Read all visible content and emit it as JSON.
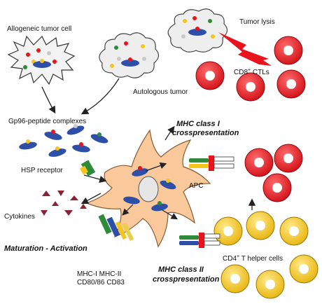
{
  "labels": {
    "allogeneic": "Allogeneic tumor cell",
    "autologous": "Autologous tumor",
    "tumor_lysis": "Tumor lysis",
    "ctl_main": "CD8",
    "ctl_sup": "+",
    "ctl_tail": " CTLs",
    "gp96": "Gp96-peptide complexes",
    "mhc1_line1": "MHC class I",
    "mhc1_line2": "crosspresentation",
    "hsp_receptor": "HSP receptor",
    "apc": "APC",
    "cytokines": "Cytokines",
    "maturation": "Maturation - Activation",
    "th_main": "CD4",
    "th_sup": "+",
    "th_tail": " T helper cells",
    "mhc2_line1": "MHC class II",
    "mhc2_line2": "crosspresentation",
    "receptors_line1": "MHC-I  MHC-II",
    "receptors_line2": "CD80/86 CD83"
  },
  "colors": {
    "ctl": "#e8141c",
    "helper": "#f5c518",
    "apc": "#f9c89b",
    "complex": "#2e4fa8",
    "tumor": "#f0f0f0",
    "cytokine": "#8b2335"
  }
}
